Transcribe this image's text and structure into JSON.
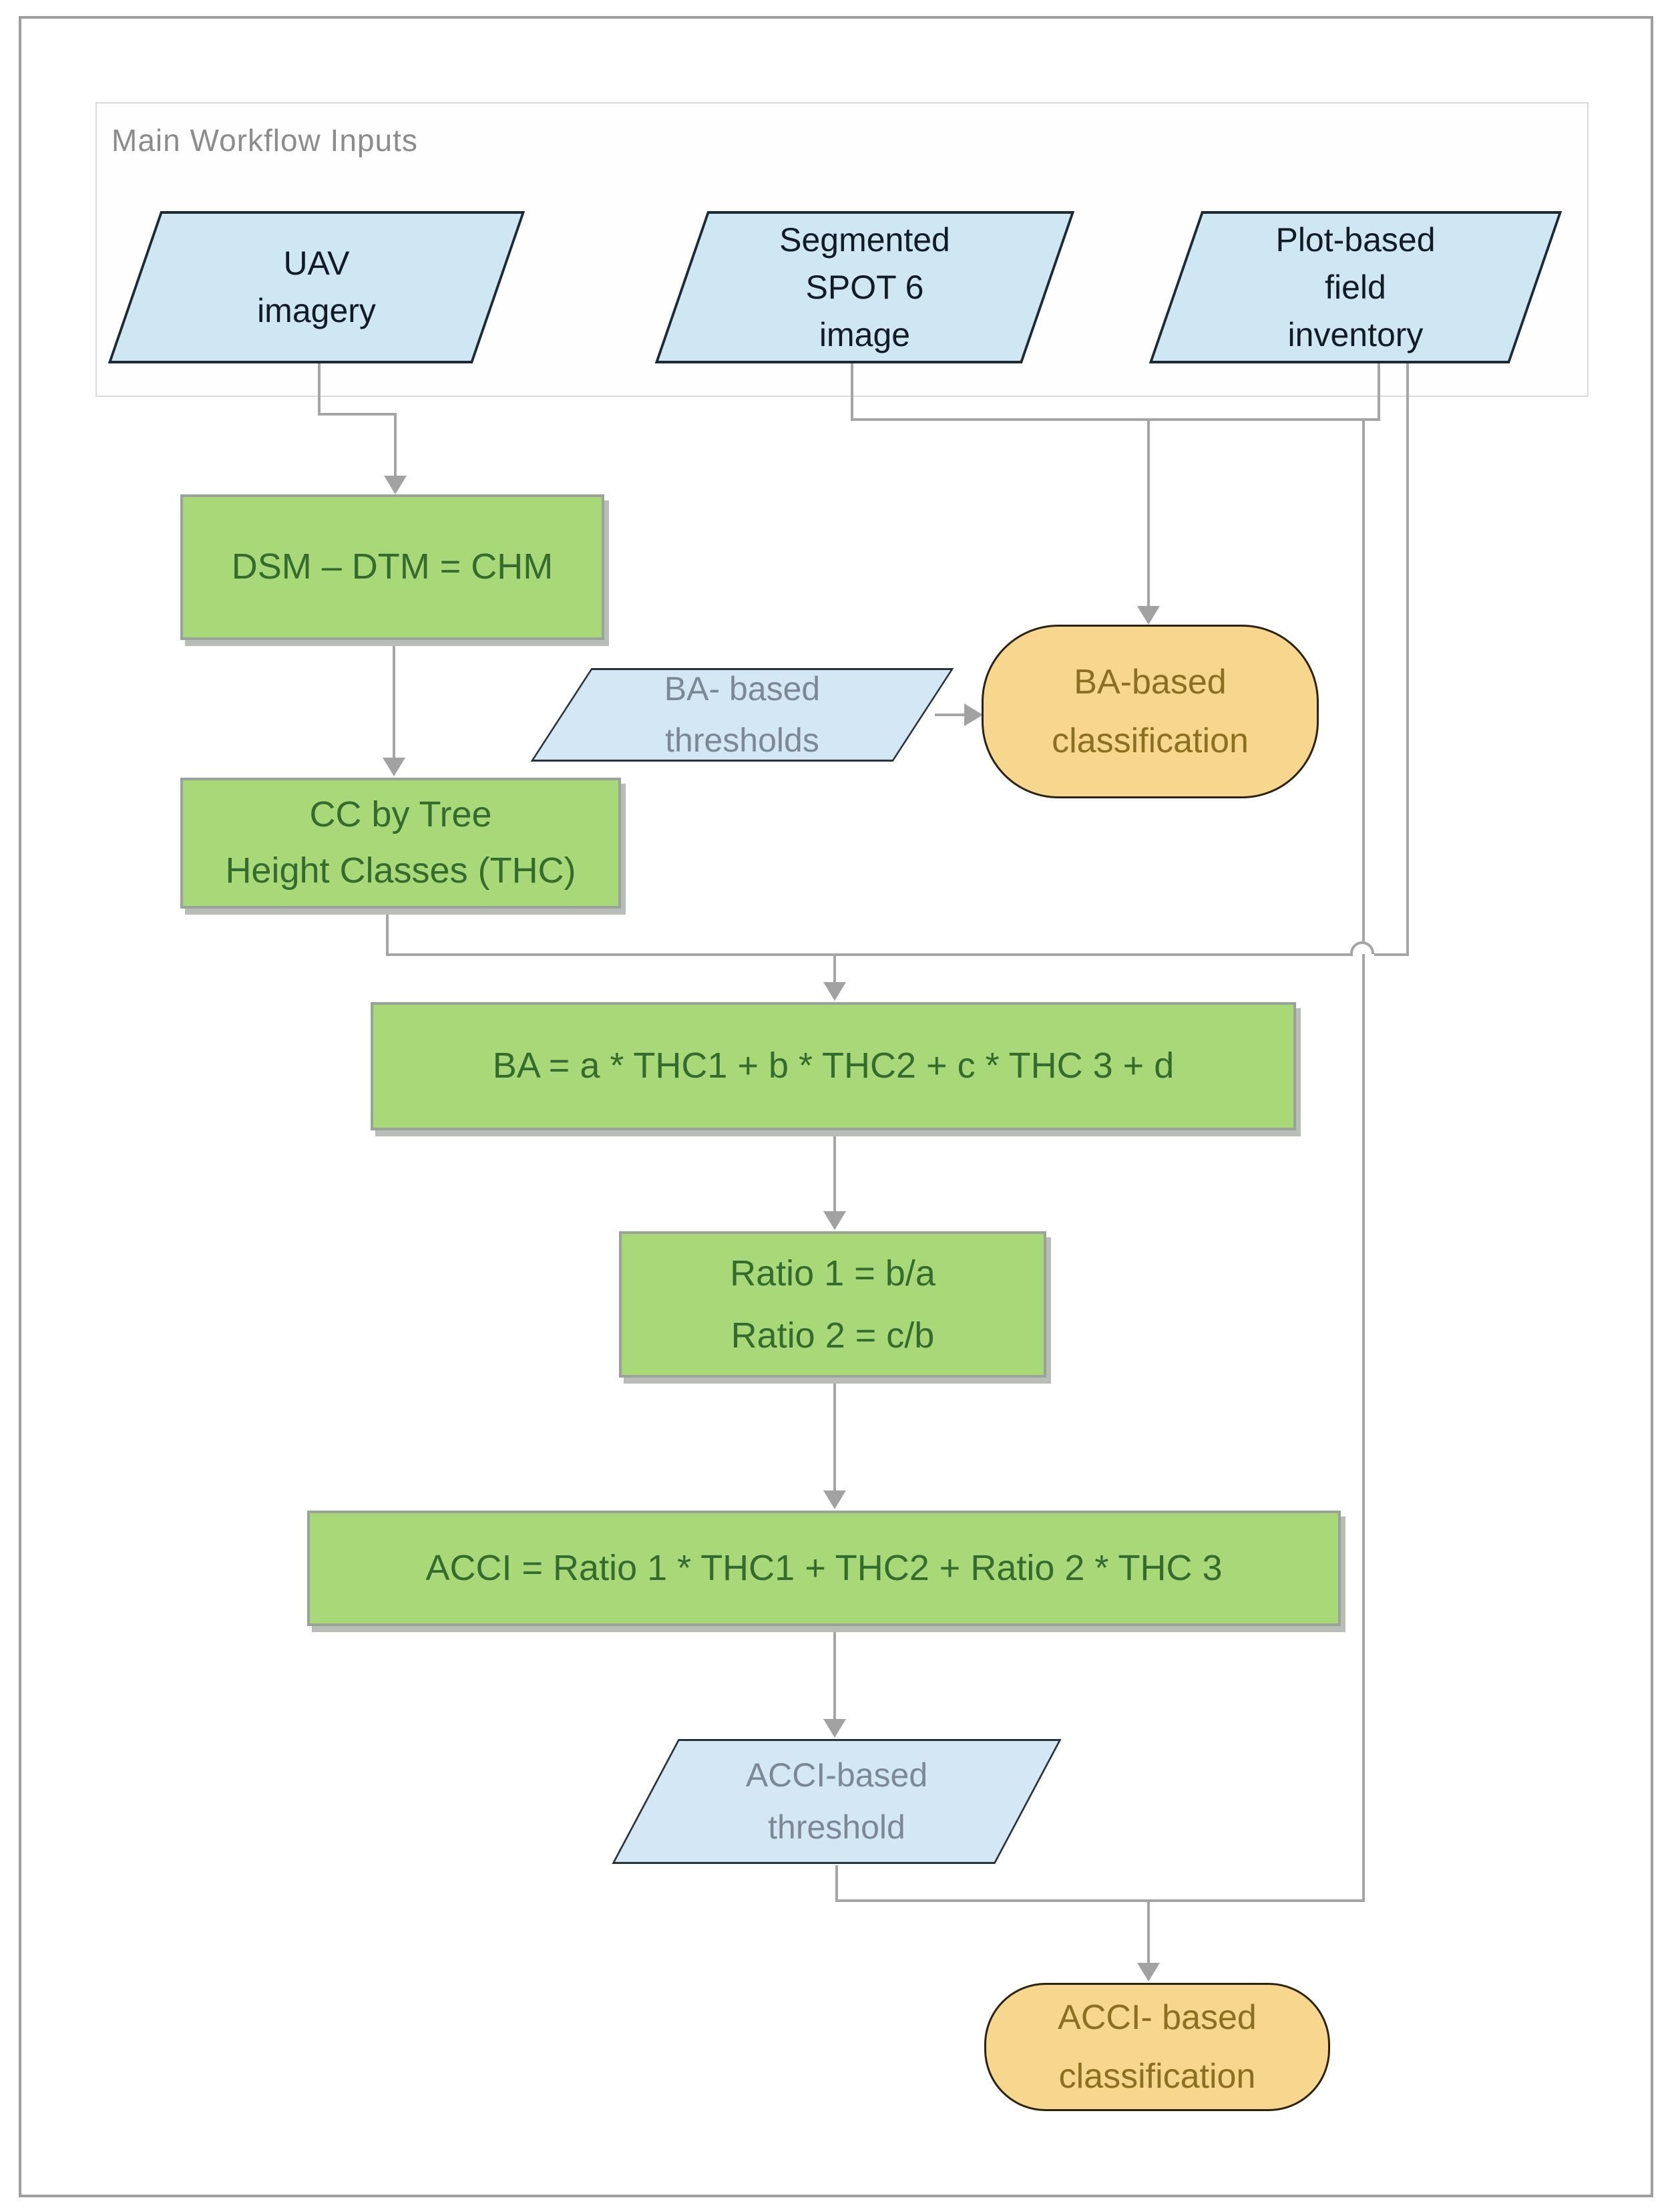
{
  "figure": {
    "group_label": "Main Workflow Inputs"
  },
  "nodes": {
    "uav": {
      "label": "UAV\nimagery",
      "type": "input-parallelogram"
    },
    "spot": {
      "label": "Segmented\nSPOT 6\nimage",
      "type": "input-parallelogram"
    },
    "inventory": {
      "label": "Plot-based\nfield\ninventory",
      "type": "input-parallelogram"
    },
    "chm": {
      "label": "DSM – DTM = CHM",
      "type": "process"
    },
    "cc_thc": {
      "label": "CC by Tree\nHeight Classes (THC)",
      "type": "process"
    },
    "ba_thresholds": {
      "label": "BA- based\nthresholds",
      "type": "io-parallelogram"
    },
    "ba_classification": {
      "label": "BA-based\nclassification",
      "type": "terminal"
    },
    "ba_formula": {
      "label": "BA = a * THC1 + b * THC2 + c * THC 3 + d",
      "type": "process"
    },
    "ratios": {
      "label": "Ratio 1 = b/a\nRatio 2 = c/b",
      "type": "process"
    },
    "acci_formula": {
      "label": "ACCI = Ratio 1 * THC1 +  THC2 + Ratio 2 * THC 3",
      "type": "process"
    },
    "acci_threshold": {
      "label": "ACCI-based\nthreshold",
      "type": "io-parallelogram"
    },
    "acci_classification": {
      "label": "ACCI- based\nclassification",
      "type": "terminal"
    }
  },
  "colors": {
    "process_fill": "#a8d877",
    "process_border": "#99a399",
    "process_text": "#356b2e",
    "input_fill": "#cfe7f3",
    "input_border": "#1c2a33",
    "input_text": "#101b25",
    "io_fill": "#d3e8f4",
    "io_text": "#7d8894",
    "terminal_fill": "#f6d78d",
    "terminal_border": "#2b2310",
    "terminal_text": "#8a701f",
    "connector": "#a5a5a5",
    "frame_border": "#9f9f9f",
    "group_border": "#dcdcdc",
    "group_label": "#8c8c8c"
  }
}
